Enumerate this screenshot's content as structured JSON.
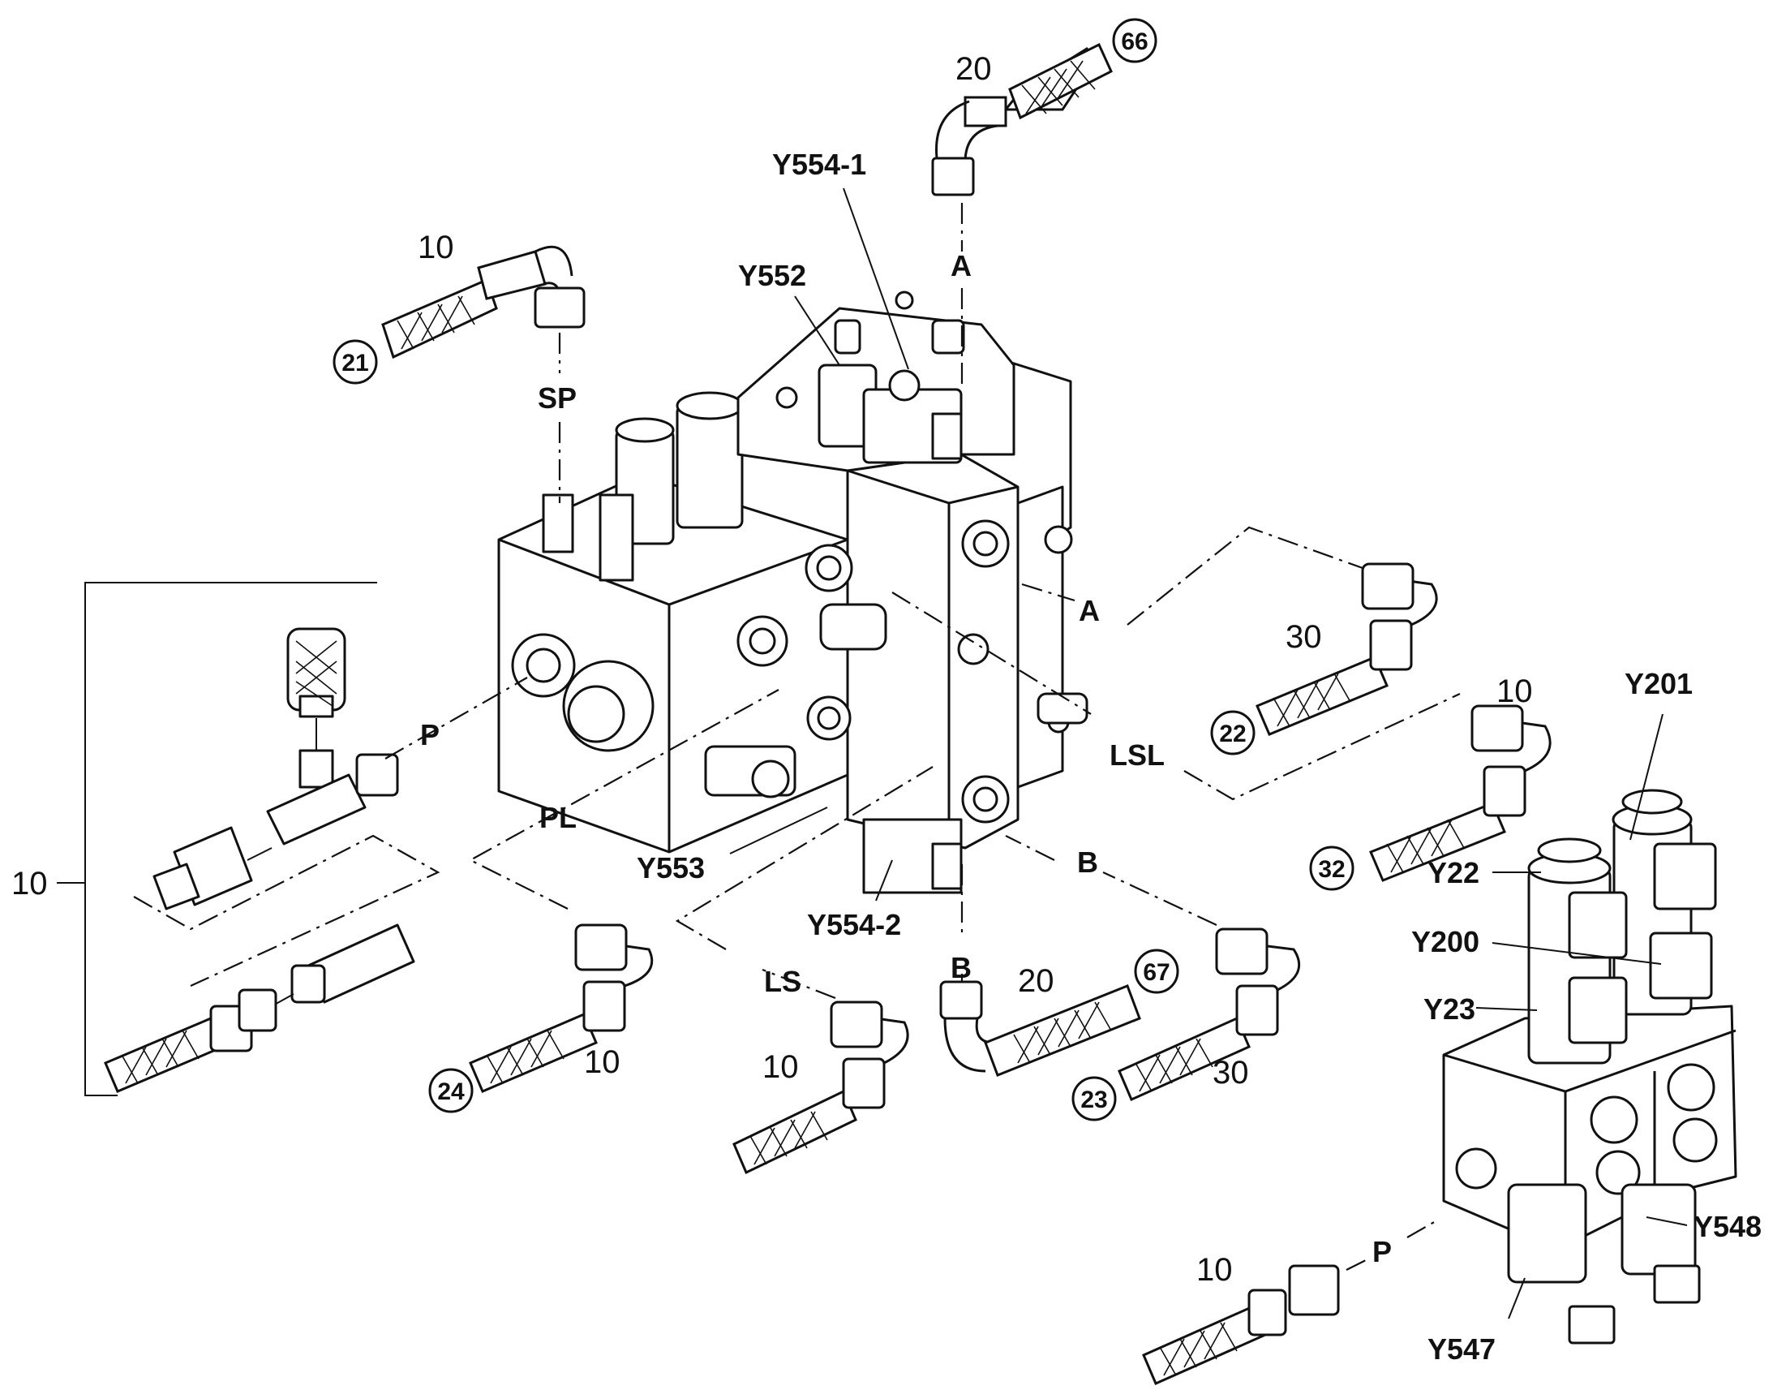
{
  "component_codes": {
    "y554_1": "Y554-1",
    "y552": "Y552",
    "y553": "Y553",
    "y554_2": "Y554-2",
    "y201": "Y201",
    "y22": "Y22",
    "y200": "Y200",
    "y23": "Y23",
    "y548": "Y548",
    "y547": "Y547"
  },
  "port_labels": {
    "a_top": "A",
    "sp": "SP",
    "p_left": "P",
    "pl": "PL",
    "a_right": "A",
    "lsl": "LSL",
    "ls": "LS",
    "b_right": "B",
    "b_bottom": "B",
    "p_right": "P"
  },
  "quantities": {
    "q20_top": "20",
    "q10_top": "10",
    "q30_right": "30",
    "q10_right": "10",
    "q10_left": "10",
    "q10_hose24": "10",
    "q10_ls": "10",
    "q20_bottom": "20",
    "q30_bottom": "30",
    "q10_bottom_right": "10"
  },
  "callouts": {
    "c66": "66",
    "c21": "21",
    "c22": "22",
    "c32": "32",
    "c24": "24",
    "c67": "67",
    "c23": "23"
  }
}
